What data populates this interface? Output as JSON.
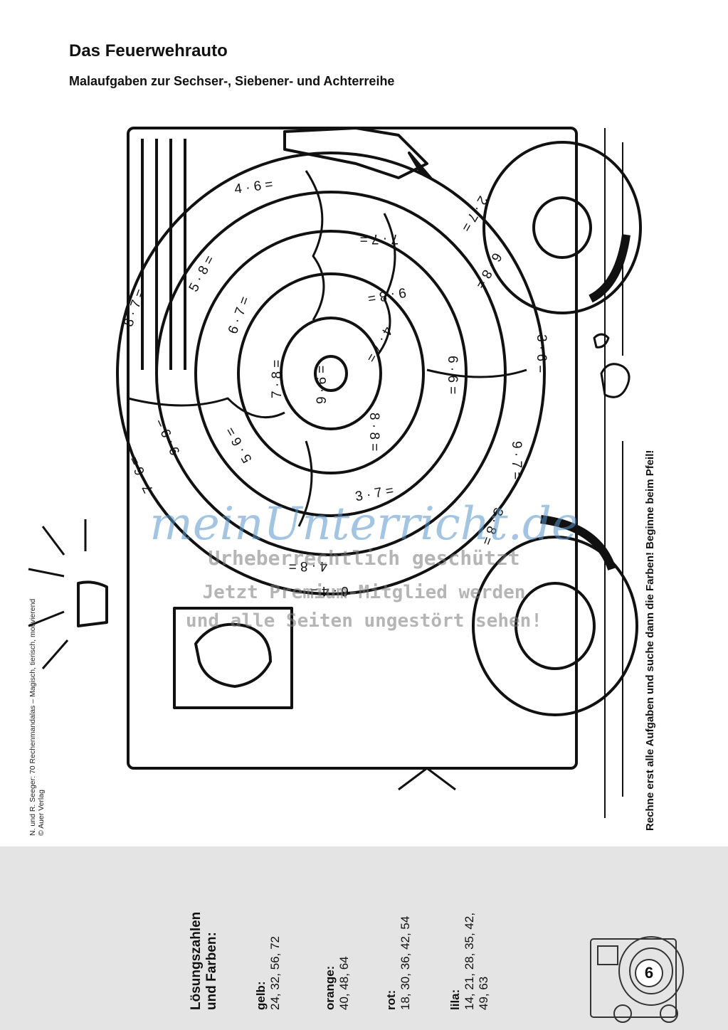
{
  "title": "Das Feuerwehrauto",
  "subtitle": "Malaufgaben zur Sechser-, Siebener- und Achterreihe",
  "instruction": "Rechne erst alle Aufgaben und suche dann die Farben! Beginne beim Pfeil!",
  "credit": {
    "line1": "N. und R. Seeger: 70 Rechenmandalas – Magisch, tierisch, motivierend",
    "line2": "© Auer Verlag"
  },
  "tasks": [
    "4 · 6 =",
    "2 · 7 =",
    "7 · 7 =",
    "6 · 8 =",
    "3 · 6 =",
    "8 · 7 =",
    "5 · 8 =",
    "9 · 8 =",
    "6 · 7 =",
    "4 · 7 =",
    "6 · 6 =",
    "7 · 8 =",
    "9 · 6 =",
    "8 · 8 =",
    "9 · 7 =",
    "5 · 6 =",
    "3 · 7 =",
    "9 · 9 =",
    "7 · 6 =",
    "4 · 8 =",
    "3 · 8 =",
    "6 · 4 ="
  ],
  "watermark": {
    "logo": "meinUnterricht.de",
    "line1": "Urheberrechtlich geschützt",
    "line2": "Jetzt Premium-Mitglied werden",
    "line3": "und alle Seiten ungestört sehen!"
  },
  "solutions": {
    "heading1": "Lösungszahlen",
    "heading2": "und Farben:",
    "groups": [
      {
        "color_name": "gelb:",
        "values": "24, 32, 56, 72"
      },
      {
        "color_name": "orange:",
        "values": "40, 48, 64"
      },
      {
        "color_name": "rot:",
        "values": "18, 30, 36, 42, 54"
      },
      {
        "color_name": "lila:",
        "values": "14, 21, 28, 35, 42,",
        "values2": "49, 63"
      }
    ]
  },
  "page_number": "6"
}
